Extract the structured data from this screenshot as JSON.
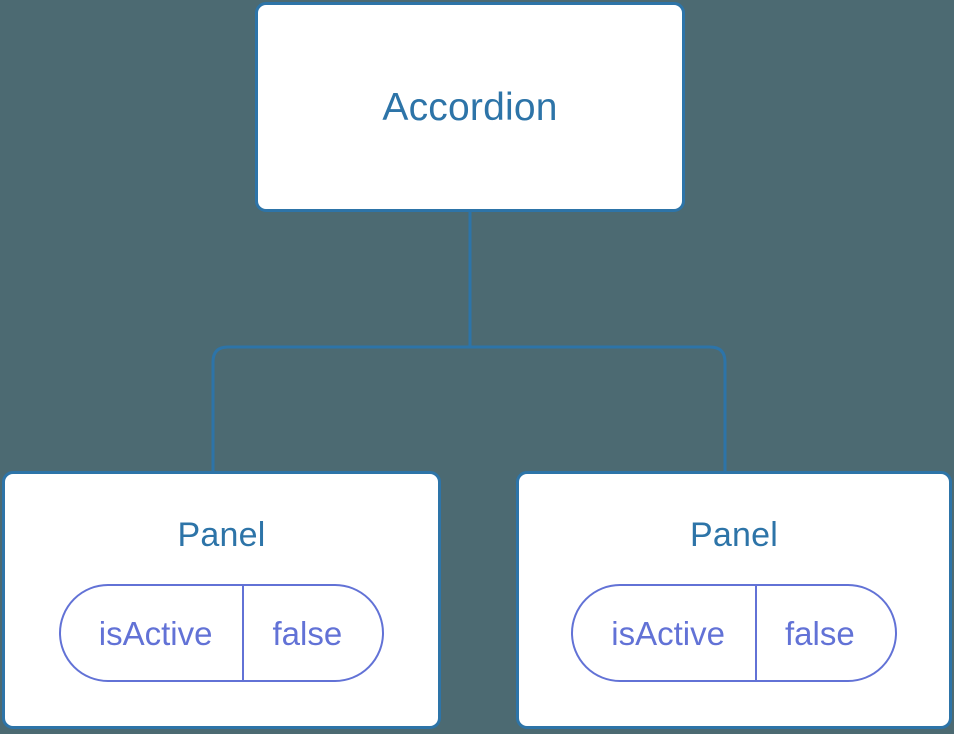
{
  "diagram": {
    "type": "component-tree",
    "background_color": "#4c6a72",
    "node_border_color": "#2d74a8",
    "node_fill_color": "#ffffff",
    "title_color": "#2d74a8",
    "edge_color": "#2d74a8",
    "pill_color": "#6272d6",
    "root": {
      "label": "Accordion"
    },
    "children": [
      {
        "label": "Panel",
        "state": {
          "key": "isActive",
          "value": "false"
        }
      },
      {
        "label": "Panel",
        "state": {
          "key": "isActive",
          "value": "false"
        }
      }
    ]
  }
}
